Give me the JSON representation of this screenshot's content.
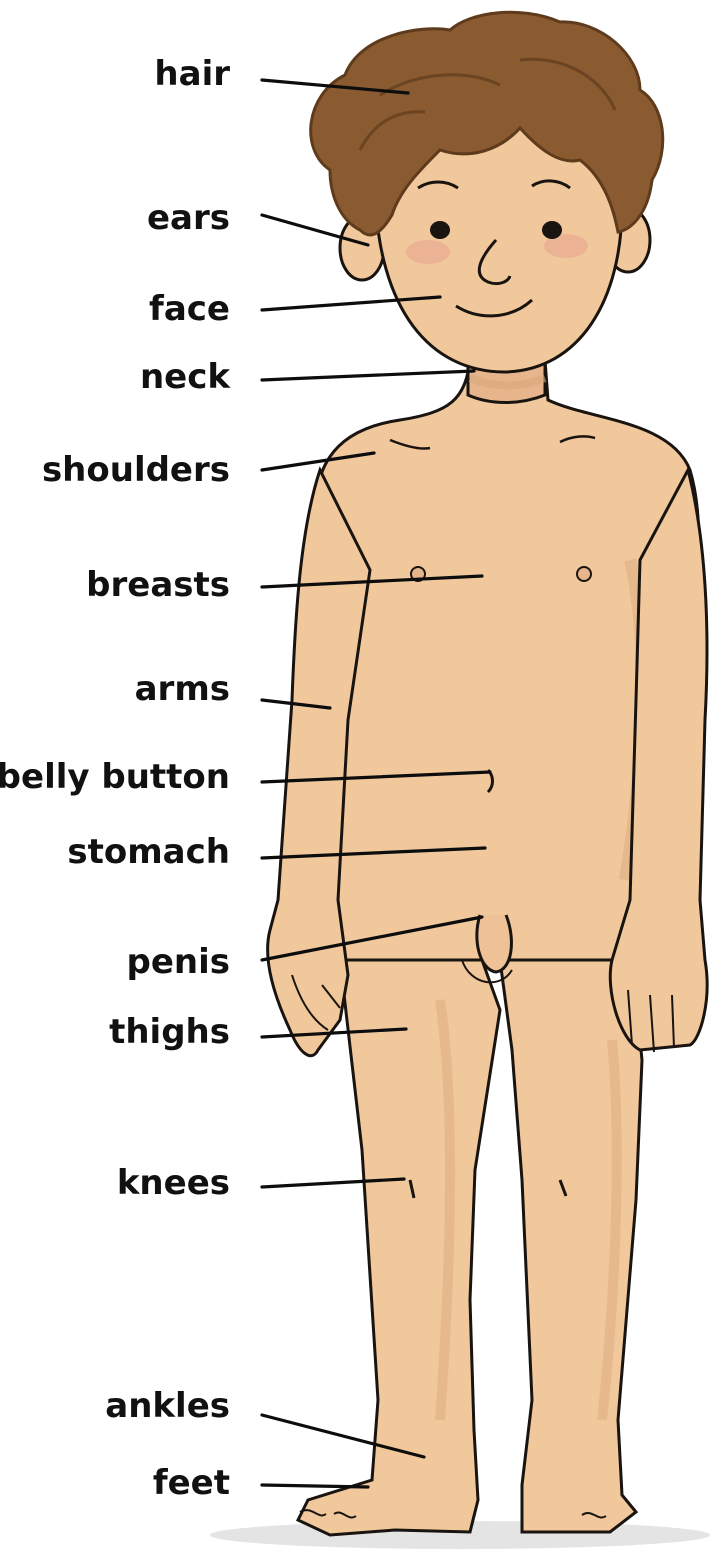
{
  "diagram": {
    "subject": "child body parts",
    "labels": [
      {
        "id": "hair",
        "text": "hair"
      },
      {
        "id": "ears",
        "text": "ears"
      },
      {
        "id": "face",
        "text": "face"
      },
      {
        "id": "neck",
        "text": "neck"
      },
      {
        "id": "shoulders",
        "text": "shoulders"
      },
      {
        "id": "breasts",
        "text": "breasts"
      },
      {
        "id": "arms",
        "text": "arms"
      },
      {
        "id": "belly-button",
        "text": "belly button"
      },
      {
        "id": "stomach",
        "text": "stomach"
      },
      {
        "id": "penis",
        "text": "penis"
      },
      {
        "id": "thighs",
        "text": "thighs"
      },
      {
        "id": "knees",
        "text": "knees"
      },
      {
        "id": "ankles",
        "text": "ankles"
      },
      {
        "id": "feet",
        "text": "feet"
      }
    ],
    "colors": {
      "skin": "#f0c89c",
      "skin_shadow": "#d9a77a",
      "hair": "#8a5a30",
      "hair_dark": "#5e3b1c",
      "outline": "#1a1410",
      "cheek": "#e8a58f",
      "leader": "#0d0d0d"
    }
  }
}
